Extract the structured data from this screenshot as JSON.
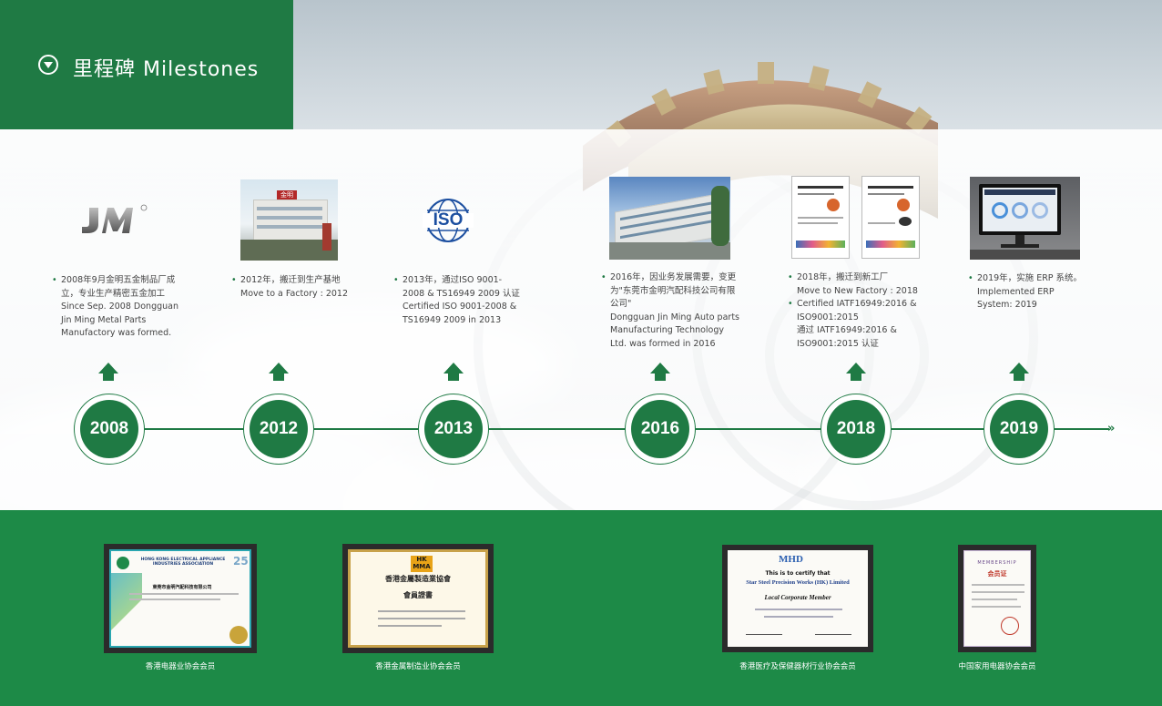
{
  "header": {
    "title": "里程碑 Milestones",
    "icon": "chevron-down-circle-icon"
  },
  "milestones": [
    {
      "year": "2008",
      "lines": [
        {
          "text": "2008年9月金明五金制品厂成",
          "bullet": true
        },
        {
          "text": "立，专业生产精密五金加工",
          "bullet": false
        },
        {
          "text": "Since Sep. 2008 Dongguan",
          "bullet": false
        },
        {
          "text": "Jin Ming Metal Parts",
          "bullet": false
        },
        {
          "text": "Manufactory was formed.",
          "bullet": false
        }
      ],
      "image": "jm-logo"
    },
    {
      "year": "2012",
      "lines": [
        {
          "text": "2012年，搬迁到生产基地",
          "bullet": true
        },
        {
          "text": "Move to a Factory : 2012",
          "bullet": false
        }
      ],
      "image": "factory-building-photo",
      "sign": "金明"
    },
    {
      "year": "2013",
      "lines": [
        {
          "text": "2013年，通过ISO 9001-",
          "bullet": true
        },
        {
          "text": "2008 & TS16949 2009 认证",
          "bullet": false
        },
        {
          "text": "Certified ISO 9001-2008 &",
          "bullet": false
        },
        {
          "text": "TS16949 2009 in 2013",
          "bullet": false
        }
      ],
      "image": "iso-logo",
      "logo_text": "ISO"
    },
    {
      "year": "2016",
      "lines": [
        {
          "text": "2016年，因业务发展需要，变更",
          "bullet": true
        },
        {
          "text": "为\"东莞市金明汽配科技公司有限",
          "bullet": false
        },
        {
          "text": "公司\"",
          "bullet": false
        },
        {
          "text": "Dongguan Jin Ming Auto parts",
          "bullet": false
        },
        {
          "text": "Manufacturing Technology",
          "bullet": false
        },
        {
          "text": "Ltd. was formed in 2016",
          "bullet": false
        }
      ],
      "image": "new-factory-photo"
    },
    {
      "year": "2018",
      "lines": [
        {
          "text": "2018年，搬迁到新工厂",
          "bullet": true
        },
        {
          "text": "Move to New Factory : 2018",
          "bullet": false
        },
        {
          "text": "Certified IATF16949:2016 &",
          "bullet": true
        },
        {
          "text": "ISO9001:2015",
          "bullet": false
        },
        {
          "text": "通过 IATF16949:2016 &",
          "bullet": false
        },
        {
          "text": "ISO9001:2015 认证",
          "bullet": false
        }
      ],
      "image": "certificates"
    },
    {
      "year": "2019",
      "lines": [
        {
          "text": "2019年，实施 ERP 系统。",
          "bullet": true
        },
        {
          "text": "Implemented ERP",
          "bullet": false
        },
        {
          "text": "System: 2019",
          "bullet": false
        }
      ],
      "image": "erp-monitor-photo"
    }
  ],
  "certificates": [
    {
      "caption": "香港电器业协会会员",
      "org": "HONG KONG ELECTRICAL APPLIANCE INDUSTRIES ASSOCIATION",
      "member": "東莞市金明汽配科技有限公司",
      "badge": "25"
    },
    {
      "caption": "香港金属制造业协会会员",
      "org": "香港金屬製造業協會",
      "badge": "HK MMA",
      "doc": "會員證書"
    },
    {
      "caption": "香港医疗及保健器材行业协会会员",
      "org": "MHD",
      "heading": "This is to certify that",
      "member": "Star Steel Precision Works (HK) Limited",
      "role": "Local Corporate Member"
    },
    {
      "caption": "中国家用电器协会会员",
      "heading": "MEMBERSHIP",
      "doc": "会员证"
    }
  ],
  "colors": {
    "primary_green": "#1f7a44",
    "band_green": "#1d8a47"
  }
}
